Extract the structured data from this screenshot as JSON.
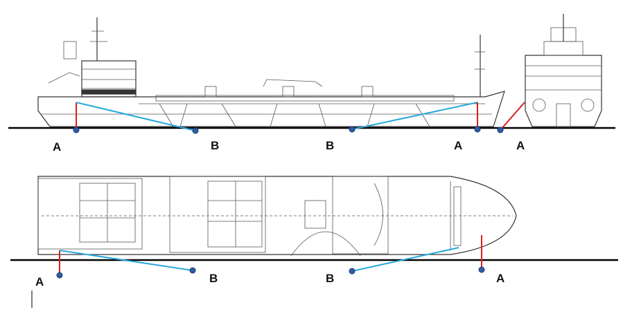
{
  "labels": {
    "top_a1": "A",
    "top_b1": "B",
    "top_b2": "B",
    "top_a2": "A",
    "top_a3": "A",
    "bottom_a1": "A",
    "bottom_b1": "B",
    "bottom_b2": "B",
    "bottom_a2": "A"
  },
  "colors": {
    "support_a": "#d61f1f",
    "support_b": "#25a8dc",
    "anchor_point": "#2e5ca8"
  }
}
